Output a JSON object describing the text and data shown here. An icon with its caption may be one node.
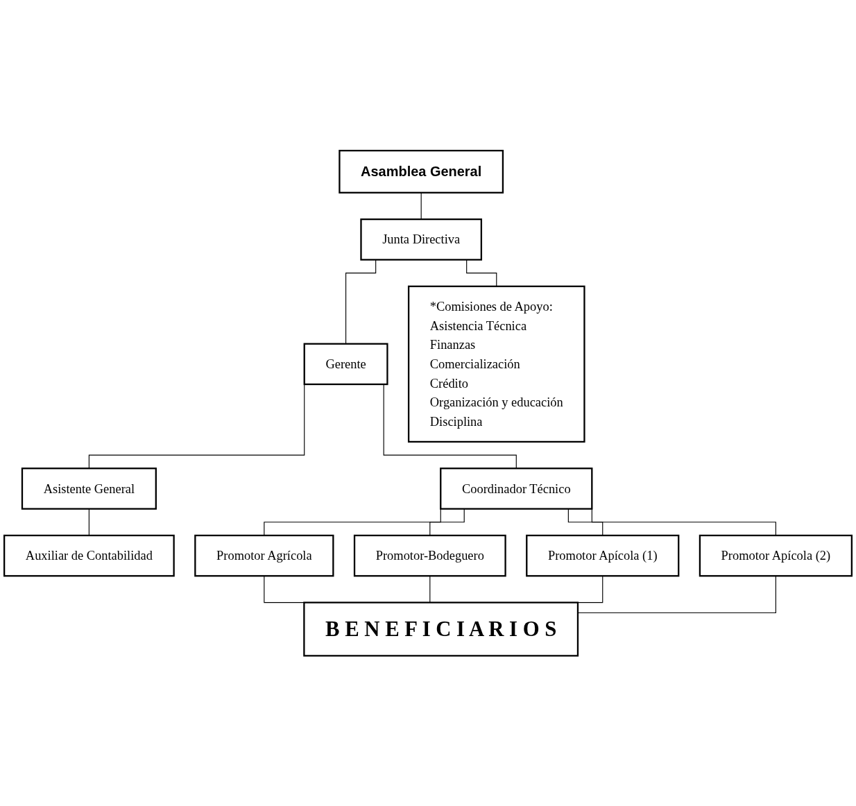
{
  "diagram": {
    "nodes": [
      {
        "text": [
          "Asamblea General"
        ]
      },
      {
        "text": [
          "Junta Directiva"
        ]
      },
      {
        "text": [
          "*Comisiones de Apoyo:",
          "Asistencia Técnica",
          "Finanzas",
          "Comercialización",
          "Crédito",
          "Organización y educación",
          "Disciplina"
        ]
      },
      {
        "text": [
          "Gerente"
        ]
      },
      {
        "text": [
          "Asistente General"
        ]
      },
      {
        "text": [
          "Auxiliar de Contabilidad"
        ]
      },
      {
        "text": [
          "Coordinador Técnico"
        ]
      },
      {
        "text": [
          "Promotor Agrícola"
        ]
      },
      {
        "text": [
          "Promotor-Bodeguero"
        ]
      },
      {
        "text": [
          "Promotor Apícola (1)"
        ]
      },
      {
        "text": [
          "Promotor Apícola (2)"
        ]
      },
      {
        "text": [
          "B E N E F I C I A R I O S"
        ]
      }
    ],
    "edges": [
      {
        "from": 0,
        "to": 1,
        "arrow": "none"
      },
      {
        "from": 1,
        "to": 2,
        "arrow": "none"
      },
      {
        "from": 1,
        "to": 3,
        "arrow": "none"
      },
      {
        "from": 3,
        "to": 4,
        "arrow": "none"
      },
      {
        "from": 3,
        "to": 6,
        "arrow": "none"
      },
      {
        "from": 4,
        "to": 5,
        "arrow": "none"
      },
      {
        "from": 6,
        "to": 7,
        "arrow": "none"
      },
      {
        "from": 6,
        "to": 8,
        "arrow": "none"
      },
      {
        "from": 6,
        "to": 9,
        "arrow": "none"
      },
      {
        "from": 6,
        "to": 10,
        "arrow": "none"
      },
      {
        "from": 7,
        "to": 11,
        "arrow": "none"
      },
      {
        "from": 8,
        "to": 11,
        "arrow": "none"
      },
      {
        "from": 9,
        "to": 11,
        "arrow": "none"
      },
      {
        "from": 10,
        "to": 11,
        "arrow": "none"
      }
    ]
  }
}
